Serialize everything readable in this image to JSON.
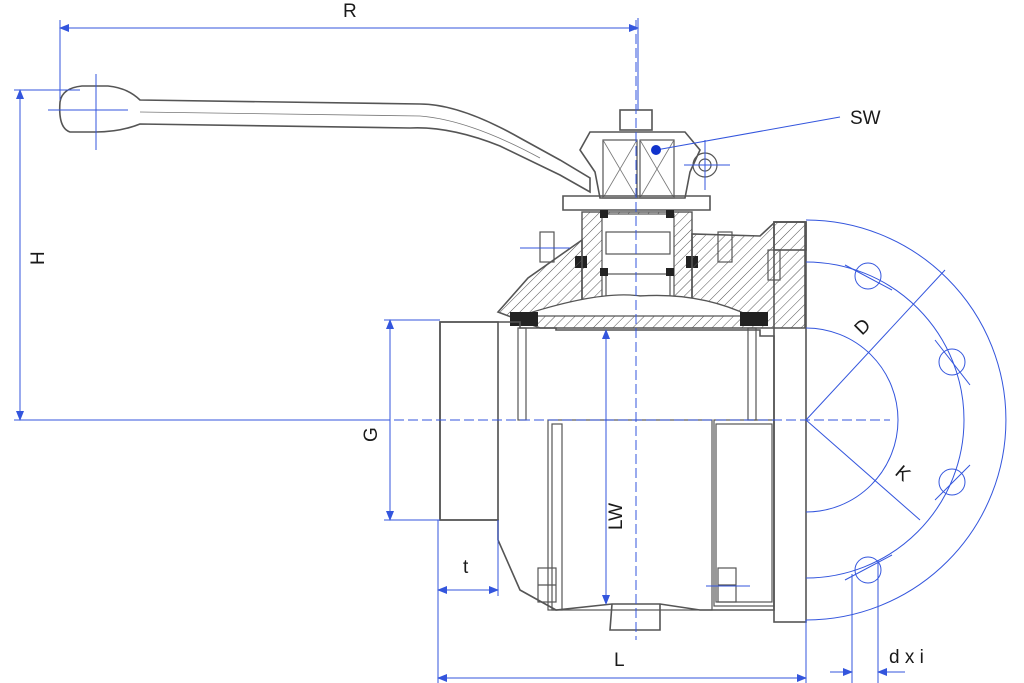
{
  "labels": {
    "r": "R",
    "sw": "SW",
    "h": "H",
    "g": "G",
    "d": "D",
    "k": "K",
    "lw": "LW",
    "t": "t",
    "l": "L",
    "dxi": "d x i"
  },
  "colors": {
    "dimension_lines": "#3355dd",
    "outline": "#555555",
    "marker": "#1133cc"
  }
}
